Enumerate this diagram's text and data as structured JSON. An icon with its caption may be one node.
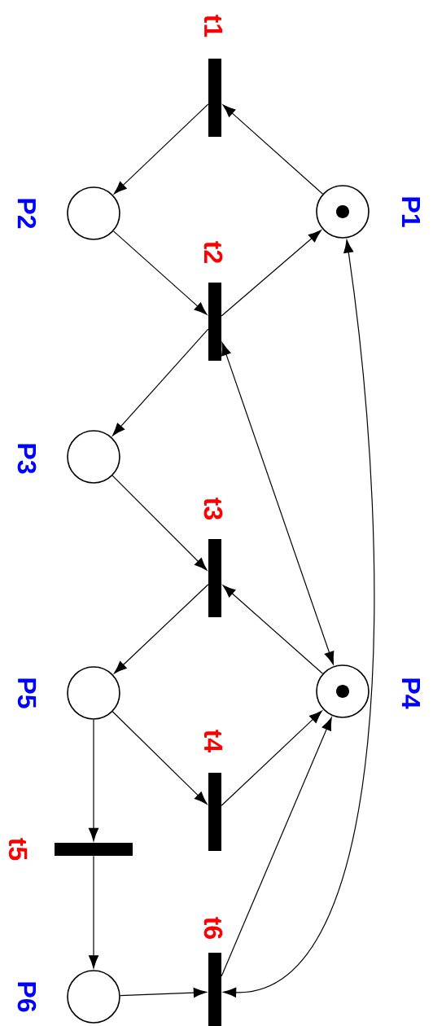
{
  "diagram": {
    "nodes": [
      {
        "text": [
          "P1"
        ]
      },
      {
        "text": [
          "P2"
        ]
      },
      {
        "text": [
          "P3"
        ]
      },
      {
        "text": [
          "P4"
        ]
      },
      {
        "text": [
          "P5"
        ]
      },
      {
        "text": [
          "P6"
        ]
      },
      {
        "text": [
          "t1"
        ]
      },
      {
        "text": [
          "t2"
        ]
      },
      {
        "text": [
          "t3"
        ]
      },
      {
        "text": [
          "t4"
        ]
      },
      {
        "text": [
          "t5"
        ]
      },
      {
        "text": [
          "t6"
        ]
      }
    ],
    "edges": [
      {
        "from": 0,
        "to": 6,
        "arrow": "to"
      },
      {
        "from": 6,
        "to": 1,
        "arrow": "to"
      },
      {
        "from": 1,
        "to": 7,
        "arrow": "to"
      },
      {
        "from": 7,
        "to": 0,
        "arrow": "to"
      },
      {
        "from": 7,
        "to": 2,
        "arrow": "to"
      },
      {
        "from": 3,
        "to": 7,
        "arrow": "both"
      },
      {
        "from": 2,
        "to": 8,
        "arrow": "to"
      },
      {
        "from": 3,
        "to": 8,
        "arrow": "to"
      },
      {
        "from": 8,
        "to": 4,
        "arrow": "to"
      },
      {
        "from": 4,
        "to": 9,
        "arrow": "to"
      },
      {
        "from": 9,
        "to": 3,
        "arrow": "to"
      },
      {
        "from": 4,
        "to": 10,
        "arrow": "to"
      },
      {
        "from": 10,
        "to": 5,
        "arrow": "to"
      },
      {
        "from": 5,
        "to": 11,
        "arrow": "to"
      },
      {
        "from": 11,
        "to": 3,
        "arrow": "to"
      },
      {
        "from": 0,
        "to": 11,
        "arrow": "both"
      }
    ]
  }
}
